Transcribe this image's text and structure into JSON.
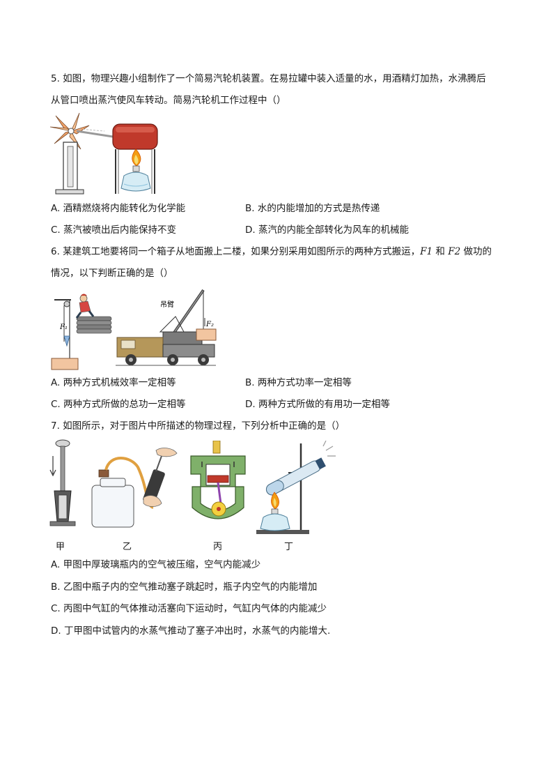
{
  "q5": {
    "stem_line1": "5. 如图，物理兴趣小组制作了一个简易汽轮机装置。在易拉罐中装入适量的水，用酒精灯加热，水沸腾后",
    "stem_line2": "从管口喷出蒸汽使风车转动。简易汽轮机工作过程中（）",
    "options": {
      "A": "A. 酒精燃烧将内能转化为化学能",
      "B": "B. 水的内能增加的方式是热传递",
      "C": "C. 蒸汽被喷出后内能保持不变",
      "D": "D. 蒸汽的内能全部转化为风车的机械能"
    }
  },
  "q6": {
    "stem_line1_a": "6. 某建筑工地要将同一个箱子从地面搬上二楼，如果分别采用如图所示的两种方式搬运，",
    "f1": "F1",
    "stem_line1_mid": " 和 ",
    "f2": "F2",
    "stem_line1_b": " 做功的",
    "stem_line2": "情况，以下判断正确的是（）",
    "figure_labels": {
      "boom": "吊臂",
      "force1": "F₁",
      "force2": "F₂"
    },
    "options": {
      "A": "A. 两种方式机械效率一定相等",
      "B": "B. 两种方式功率一定相等",
      "C": "C. 两种方式所做的总功一定相等",
      "D": "D. 两种方式所做的有用功一定相等"
    }
  },
  "q7": {
    "stem": "7. 如图所示，对于图片中所描述的物理过程，下列分析中正确的是（）",
    "captions": {
      "jia": "甲",
      "yi": "乙",
      "bing": "丙",
      "ding": "丁"
    },
    "options": {
      "A": "A. 甲图中厚玻璃瓶内的空气被压缩，空气内能减少",
      "B": "B. 乙图中瓶子内的空气推动塞子跳起时，瓶子内空气的内能增加",
      "C": "C. 丙图中气缸的气体推动活塞向下运动时，气缸内气体的内能减少",
      "D": "D. 丁甲图中试管内的水蒸气推动了塞子冲出时，水蒸气的内能增大."
    }
  }
}
